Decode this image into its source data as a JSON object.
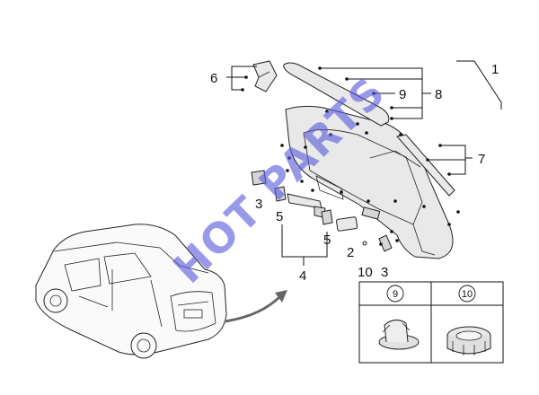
{
  "callouts": {
    "c1": "1",
    "c2": "2",
    "c3a": "3",
    "c3b": "3",
    "c4": "4",
    "c5a": "5",
    "c5b": "5",
    "c6": "6",
    "c7": "7",
    "c8": "8",
    "c9": "9",
    "c10": "10"
  },
  "detail_table": {
    "clip_9": "9",
    "clip_10": "10"
  },
  "watermark": "HOT PARTS",
  "colors": {
    "watermark": "#5b5bdc",
    "ink": "#111111",
    "part_fill": "#e9e9e9"
  },
  "icons": {
    "arrow": "curved-arrow-icon"
  }
}
